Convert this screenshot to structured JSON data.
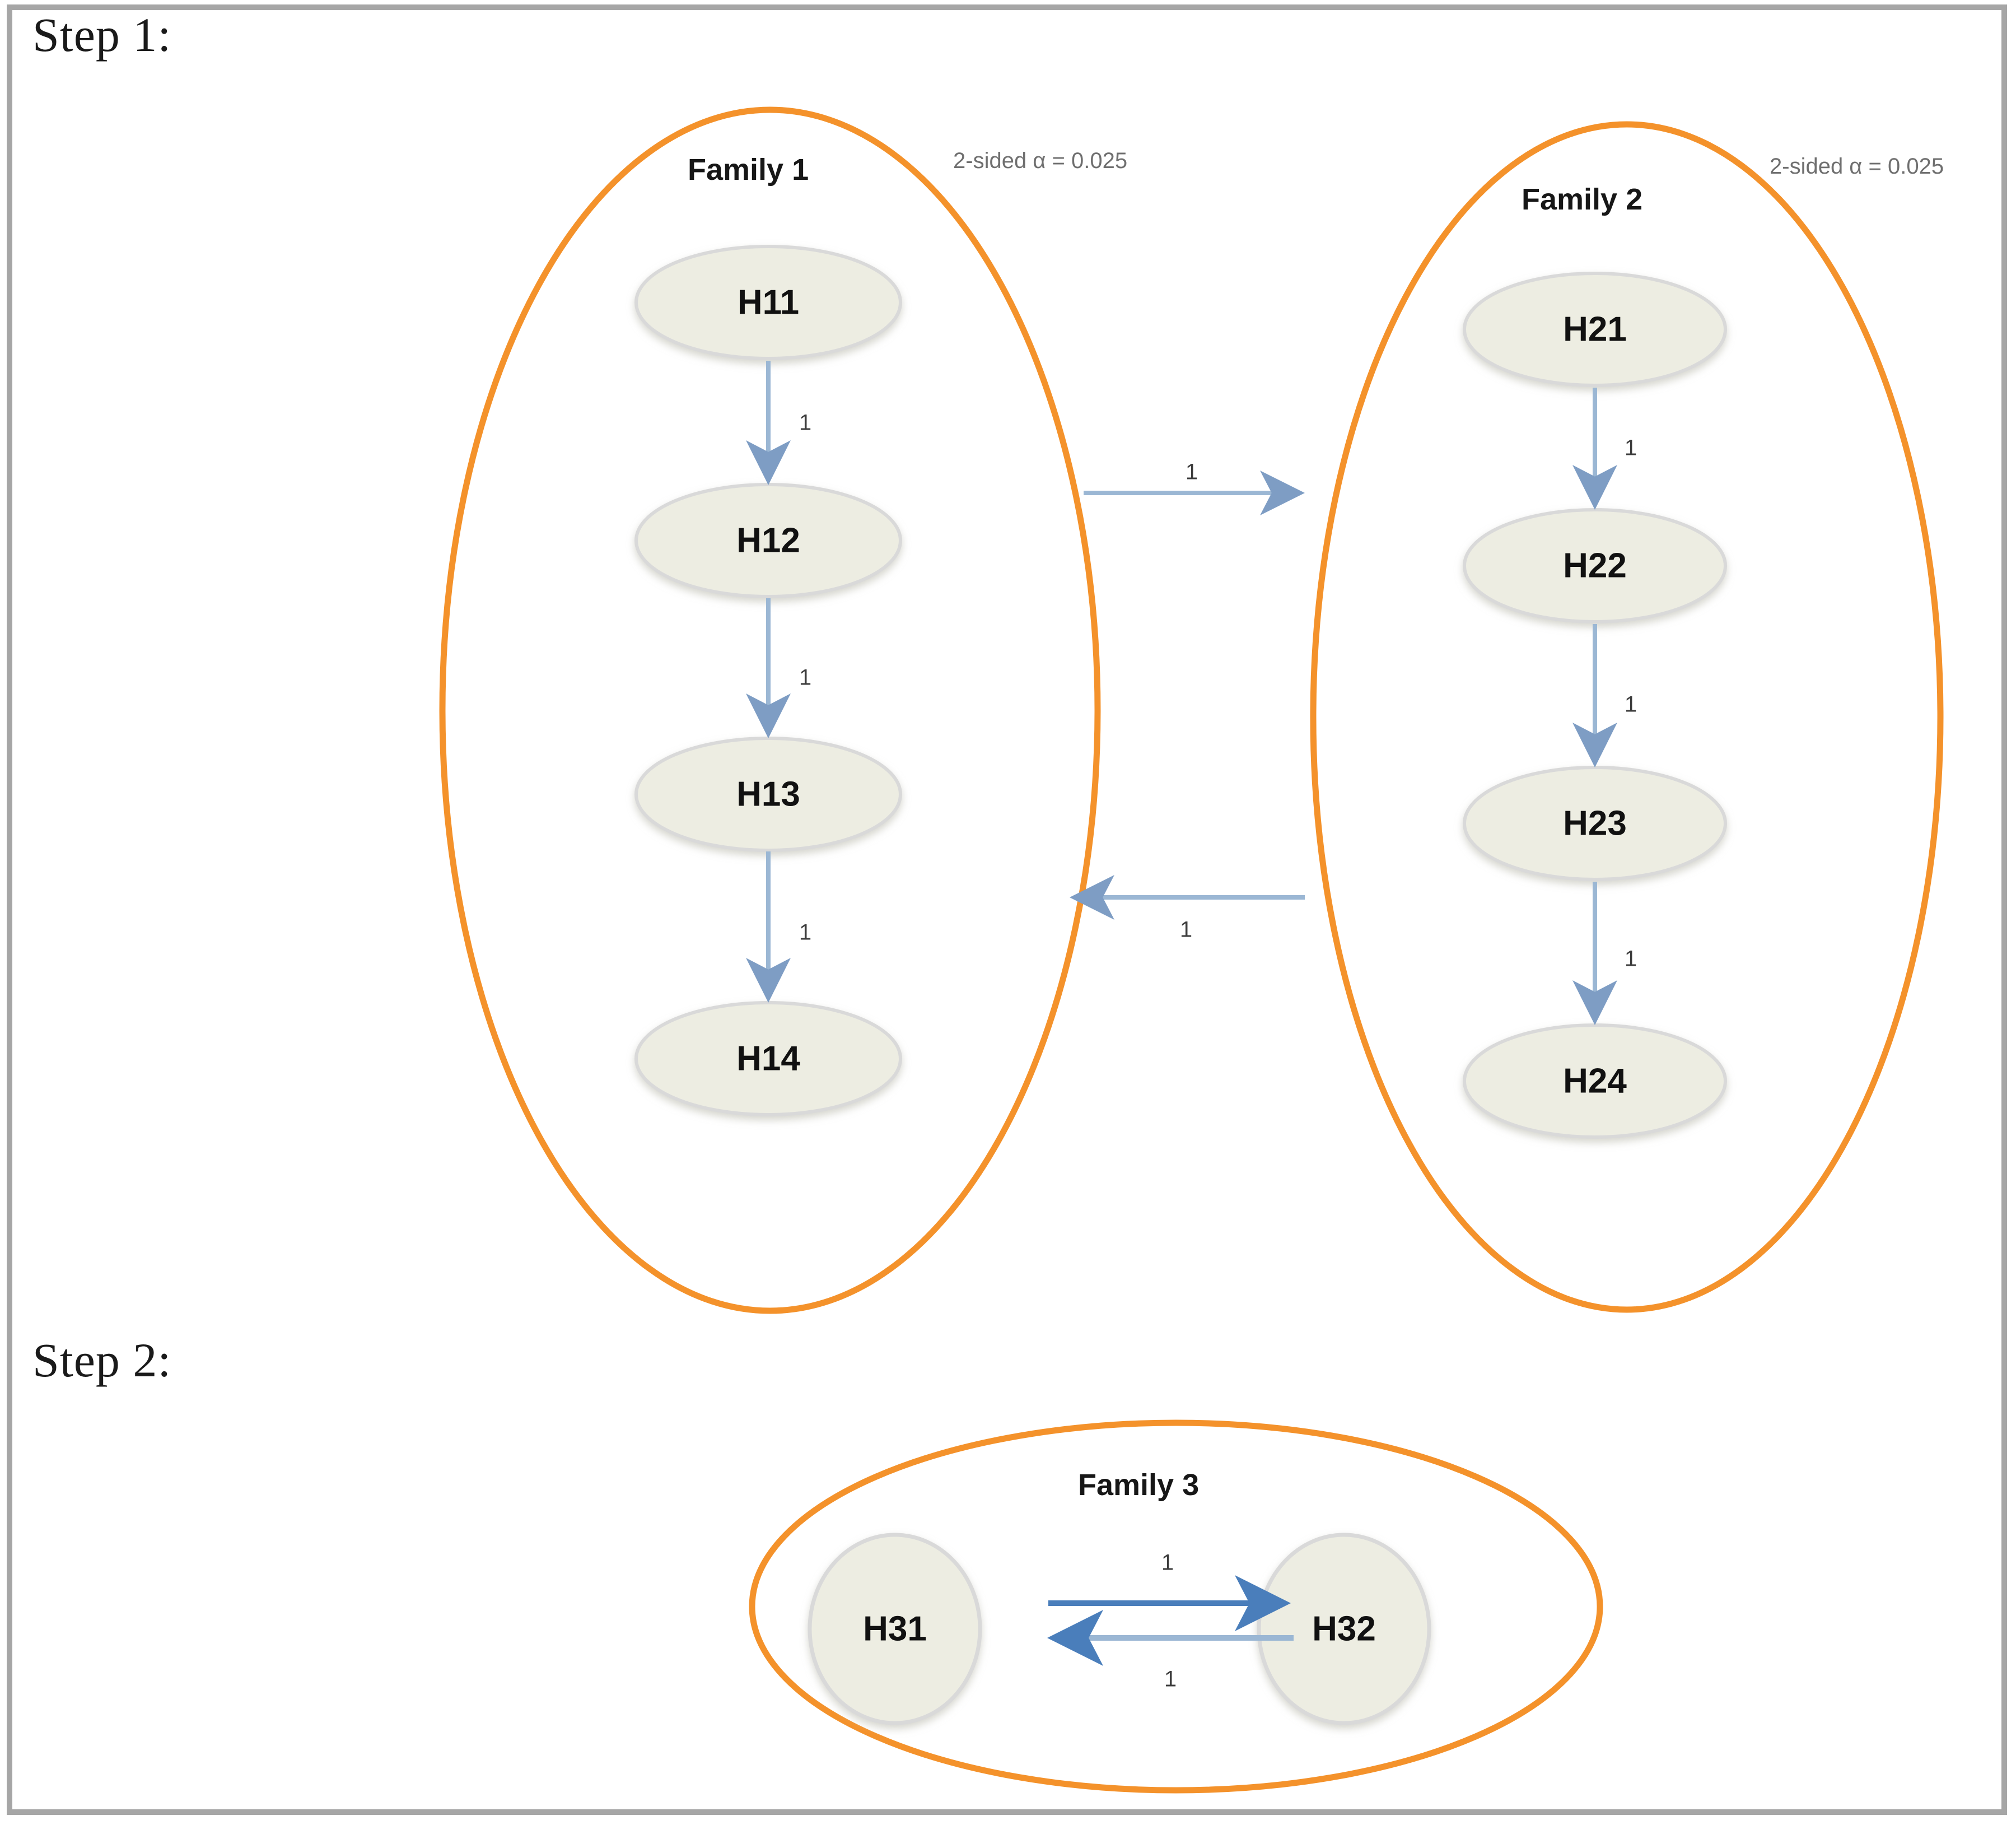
{
  "figure": {
    "type": "graphical-multiplicity-testing-diagram",
    "steps": [
      {
        "id": "step1",
        "label": "Step 1:"
      },
      {
        "id": "step2",
        "label": "Step 2:"
      }
    ],
    "colors": {
      "family_outline": "#F4922B",
      "node_fill": "#EDEDE2",
      "node_stroke": "#D9D9D9",
      "arrow_light": "#9BB7D4",
      "arrow_dark": "#4A7EBB",
      "page_frame": "#A6A6A6",
      "alpha_text": "#6F6F6F"
    }
  },
  "families": [
    {
      "id": "family1",
      "label": "Family 1",
      "alpha_label": "2-sided α = 0.025",
      "step": "step1",
      "nodes": [
        {
          "id": "H11",
          "label": "H11"
        },
        {
          "id": "H12",
          "label": "H12"
        },
        {
          "id": "H13",
          "label": "H13"
        },
        {
          "id": "H14",
          "label": "H14"
        }
      ],
      "edges": [
        {
          "from": "H11",
          "to": "H12",
          "weight": "1"
        },
        {
          "from": "H12",
          "to": "H13",
          "weight": "1"
        },
        {
          "from": "H13",
          "to": "H14",
          "weight": "1"
        }
      ]
    },
    {
      "id": "family2",
      "label": "Family 2",
      "alpha_label": "2-sided α = 0.025",
      "step": "step1",
      "nodes": [
        {
          "id": "H21",
          "label": "H21"
        },
        {
          "id": "H22",
          "label": "H22"
        },
        {
          "id": "H23",
          "label": "H23"
        },
        {
          "id": "H24",
          "label": "H24"
        }
      ],
      "edges": [
        {
          "from": "H21",
          "to": "H22",
          "weight": "1"
        },
        {
          "from": "H22",
          "to": "H23",
          "weight": "1"
        },
        {
          "from": "H23",
          "to": "H24",
          "weight": "1"
        }
      ]
    },
    {
      "id": "family3",
      "label": "Family 3",
      "alpha_label": "",
      "step": "step2",
      "nodes": [
        {
          "id": "H31",
          "label": "H31"
        },
        {
          "id": "H32",
          "label": "H32"
        }
      ],
      "edges": [
        {
          "from": "H31",
          "to": "H32",
          "weight": "1"
        },
        {
          "from": "H32",
          "to": "H31",
          "weight": "1"
        }
      ]
    }
  ],
  "cross_family_edges": [
    {
      "from": "family1",
      "to": "family2",
      "weight": "1",
      "direction": "right"
    },
    {
      "from": "family2",
      "to": "family1",
      "weight": "1",
      "direction": "left"
    }
  ],
  "weights": {
    "f1_e1": "1",
    "f1_e2": "1",
    "f1_e3": "1",
    "f2_e1": "1",
    "f2_e2": "1",
    "f2_e3": "1",
    "cross_top": "1",
    "cross_bottom": "1",
    "f3_top": "1",
    "f3_bottom": "1"
  },
  "node_labels": {
    "H11": "H11",
    "H12": "H12",
    "H13": "H13",
    "H14": "H14",
    "H21": "H21",
    "H22": "H22",
    "H23": "H23",
    "H24": "H24",
    "H31": "H31",
    "H32": "H32"
  }
}
